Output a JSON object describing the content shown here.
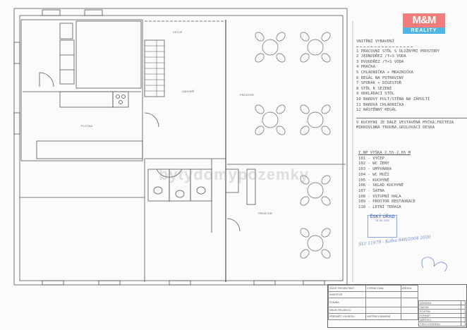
{
  "logo": {
    "top": "M&M",
    "bottom": "REALITY",
    "colors": {
      "top": "#f07c7c",
      "bottom": "#4fb5e3"
    }
  },
  "watermark": "bytydomypozemky",
  "legend": {
    "title": "VNITŘNÍ VYBAVENÍ",
    "items": [
      "1  PRACOVNÍ STŮL S ÚLOŽNÝMI PROSTORY",
      "2  JEDNODŘEZ /T+S VODA",
      "3  DVOUDŘEZ /T+S VODA",
      "4  PRAČKA",
      "5  CHLADNIČKA + MRAZNIČKA",
      "6  REGÁL NA POTRAVINY",
      "7  SPORÁK + DIGESTOŘ",
      "8  STŮL K SEZENÍ",
      "9  ODKLÁDACÍ STŮL",
      "10 BAROVÝ PULT/STĚNA NA ZÁPULTÍ",
      "11 BAROVÁ CHLADNIČKA",
      "12 NÁSTĚNNÝ REGÁL"
    ],
    "note_1": "V KUCHYNI JE DÁLE VESTAVĚNÁ MYČKA,FRITÉZA",
    "note_2": "MIKROVLNNÁ TROUBA,GRILOVACÍ DESKA"
  },
  "rooms": {
    "title": "I.NP  VÝŠKA 2,55-2,65 M",
    "items": [
      "101 - VÝČEP",
      "102 - WC ŽENY",
      "103 - UMÝVÁRKA",
      "104 - WC MUŽI",
      "105 - KUCHYNĚ",
      "106 - SKLAD KUCHYNĚ",
      "107 - ŠATNA",
      "108 - VSTUPNÍ HALA",
      "109 - PROSTOR RESTAURACE",
      "110 - LETNÍ TERASA"
    ]
  },
  "plan_labels": {
    "entry": "VSTUP",
    "hall": "ZÁDVEŘÍ",
    "kitchen": "PLOTNA",
    "restaurant_1": "PROSTOR",
    "restaurant_2": "PROSTOR"
  },
  "stamp": {
    "title": "ĚSKÝ ÚŘAD",
    "date": "18. 06. 2020"
  },
  "handwriting": "SU/ 11979 - Kolka  840/2004 2020",
  "title_block": {
    "rows": [
      [
        "ZODP. PROJEKTANT",
        "VYPRACOVAL",
        "KRESLIL"
      ],
      [
        "INVESTOR",
        "",
        ""
      ],
      [
        "STAVBA",
        "",
        ""
      ],
      [
        "DRUH PROJEKTU",
        "",
        ""
      ],
      [
        "PŘEDMĚT VÝKRESU",
        "VNITŘNÍ VYBAVENÍ",
        ""
      ]
    ],
    "right": [
      "ZAKÁZKA",
      "DATUM",
      "STUPEŇ",
      "FORMÁT",
      "MĚŘÍTKO",
      "ČÍSLO VÝKRESU"
    ]
  }
}
